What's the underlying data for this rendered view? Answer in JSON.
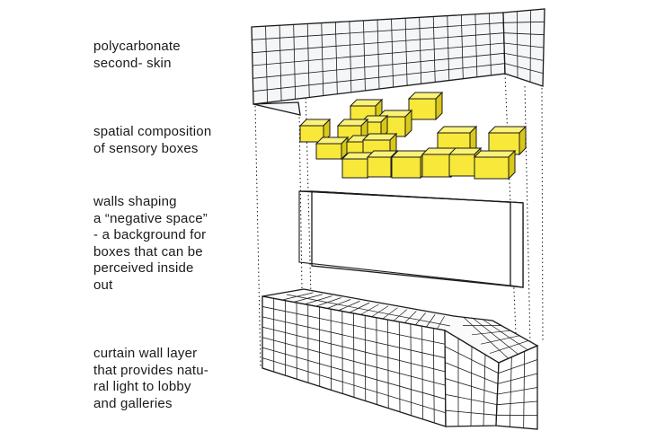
{
  "labels": {
    "skin": [
      "polycarbonate",
      "second- skin"
    ],
    "boxes": [
      "spatial composition",
      "of sensory boxes"
    ],
    "walls": [
      "walls shaping",
      "a “negative space”",
      "- a background for",
      "boxes that can be",
      "perceived inside",
      "out"
    ],
    "curtain": [
      "curtain wall layer",
      "that provides natu-",
      "ral light to lobby",
      "and galleries"
    ]
  },
  "colors": {
    "ink": "#1a1a1a",
    "box_fill": "#f2e227",
    "box_front": "#f7e83a",
    "box_top": "#fbf27a",
    "box_side": "#d9c818",
    "skin_fill": "#f4f6f8",
    "background": "#ffffff"
  }
}
